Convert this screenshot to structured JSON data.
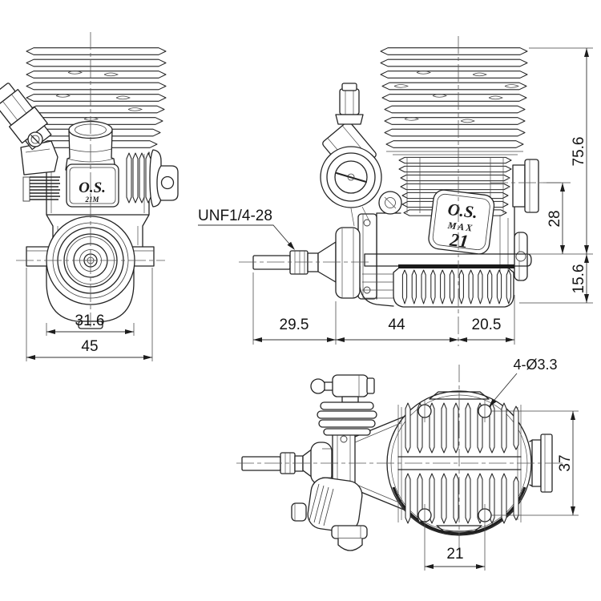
{
  "branding": {
    "front_badge": {
      "line1": "O.S.",
      "line2": "21M"
    },
    "side_badge": {
      "line1": "O.S.",
      "line2": "MAX",
      "line3": "21"
    }
  },
  "callouts": {
    "crankshaft_thread": "UNF1/4-28",
    "mounting_holes": "4-Ø3.3"
  },
  "dimensions": {
    "front_view": {
      "crankcase_width": "31.6",
      "overall_width": "45"
    },
    "side_view": {
      "overall_height": "75.6",
      "exhaust_center_height": "28",
      "mount_to_bottom": "15.6",
      "shaft_length": "29.5",
      "washer_to_center": "44",
      "center_to_rear": "20.5"
    },
    "top_view": {
      "mount_hole_pitch_front": "21",
      "mount_hole_pitch_side": "37"
    }
  },
  "colors": {
    "background": "#ffffff",
    "line": "#242424",
    "text": "#141414"
  }
}
